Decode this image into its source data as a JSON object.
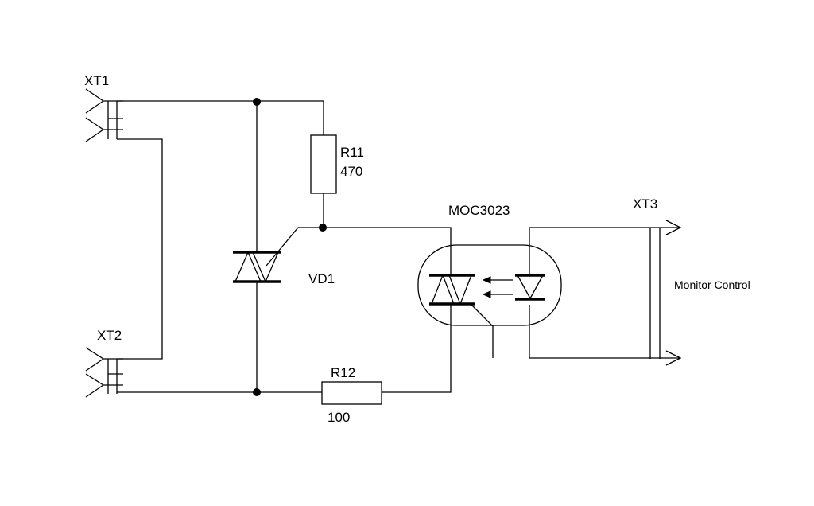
{
  "labels": {
    "xt1": "XT1",
    "xt2": "XT2",
    "xt3": "XT3",
    "r11_name": "R11",
    "r11_value": "470",
    "r12_name": "R12",
    "r12_value": "100",
    "vd1": "VD1",
    "optocoupler": "MOC3023",
    "monitor": "Monitor Control"
  },
  "colors": {
    "ink": "#000000",
    "background": "#ffffff"
  }
}
